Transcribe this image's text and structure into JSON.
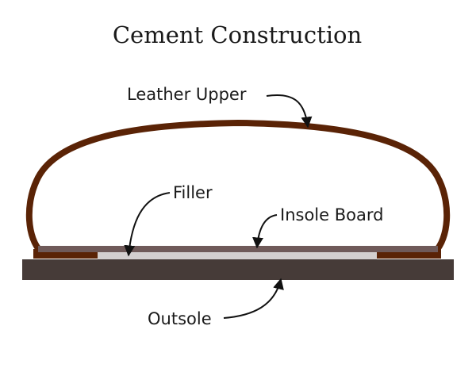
{
  "title": "Cement Construction",
  "labels": {
    "leather_upper": "Leather Upper",
    "filler": "Filler",
    "insole_board": "Insole Board",
    "outsole": "Outsole"
  },
  "colors": {
    "leather_upper": "#5a2306",
    "insole_board": "#6f5a59",
    "filler": "#d3cfcf",
    "outsole": "#463b38",
    "background": "#ffffff"
  }
}
